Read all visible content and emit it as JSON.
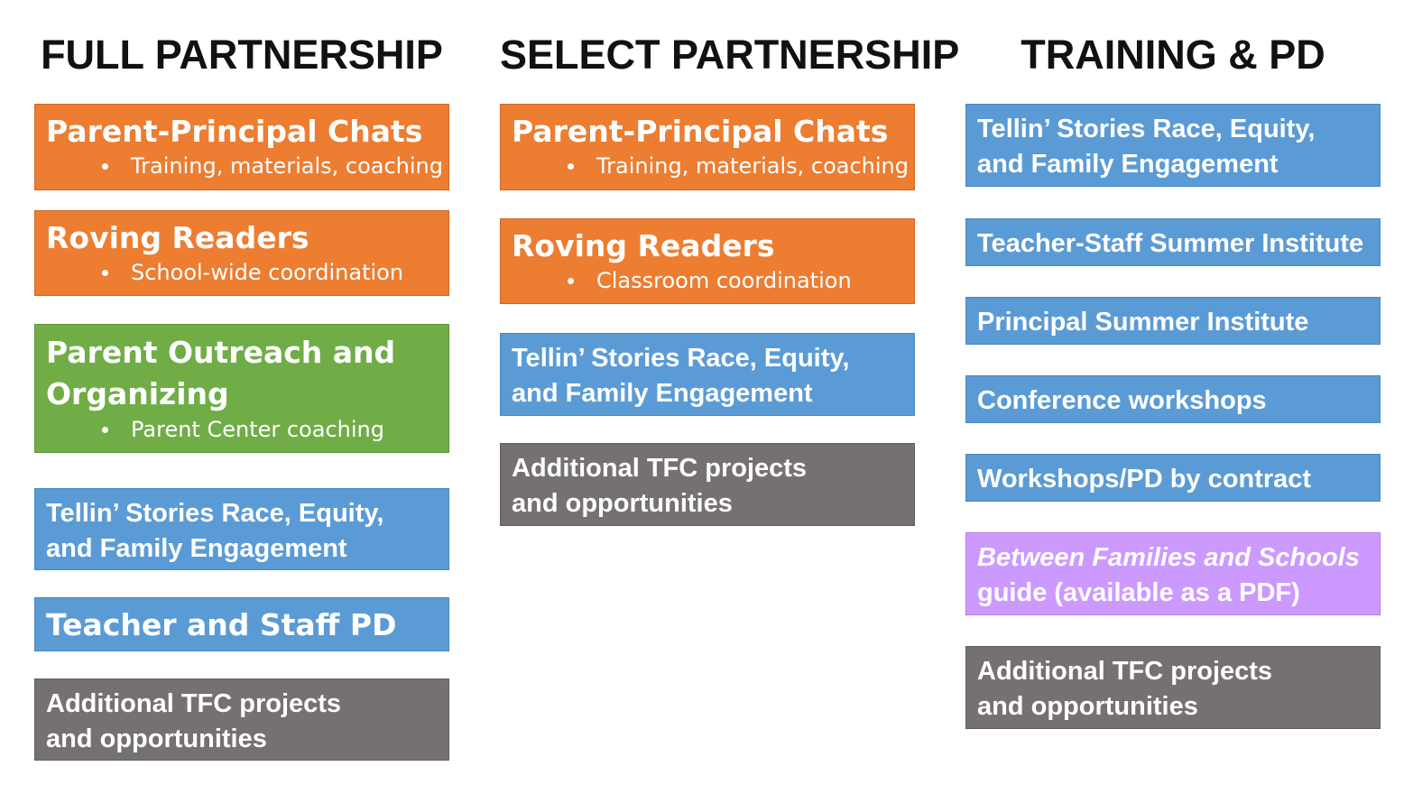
{
  "columns": [
    {
      "title": "FULL PARTNERSHIP",
      "boxes": [
        {
          "title": "Parent-Principal Chats",
          "bullet": "Training, materials, coaching"
        },
        {
          "title": "Roving Readers",
          "bullet": "School-wide coordination"
        },
        {
          "title_lines": [
            "Parent Outreach and",
            "Organizing"
          ],
          "bullet": "Parent Center coaching"
        },
        {
          "title": "Tellin’ Stories Race, Equity, and Family Engagement Seminar"
        },
        {
          "title": "Teacher and Staff PD"
        },
        {
          "title": "Additional TFC projects and opportunities"
        }
      ]
    },
    {
      "title": "SELECT PARTNERSHIP",
      "boxes": [
        {
          "title": "Parent-Principal Chats",
          "bullet": "Training, materials, coaching"
        },
        {
          "title": "Roving Readers",
          "bullet": "Classroom coordination"
        },
        {
          "title": "Tellin’ Stories Race, Equity, and Family Engagement Seminar"
        },
        {
          "title": "Additional TFC projects and opportunities"
        }
      ]
    },
    {
      "title": "TRAINING & PD",
      "boxes": [
        {
          "title": "Tellin’ Stories Race, Equity, and Family Engagement Seminar"
        },
        {
          "title": "Teacher-Staff Summer Institute"
        },
        {
          "title": "Principal Summer Institute"
        },
        {
          "title": "Conference workshops"
        },
        {
          "title": "Workshops/PD by contract"
        },
        {
          "title_italic": "Between Families and Schools",
          "title_rest": "guide (available as a PDF)"
        },
        {
          "title": "Additional TFC projects and opportunities"
        }
      ]
    }
  ],
  "colors": {
    "orange": "#ed7d31",
    "green": "#70ad47",
    "blue": "#5b9bd5",
    "gray": "#767171",
    "purple": "#cc99ff"
  }
}
